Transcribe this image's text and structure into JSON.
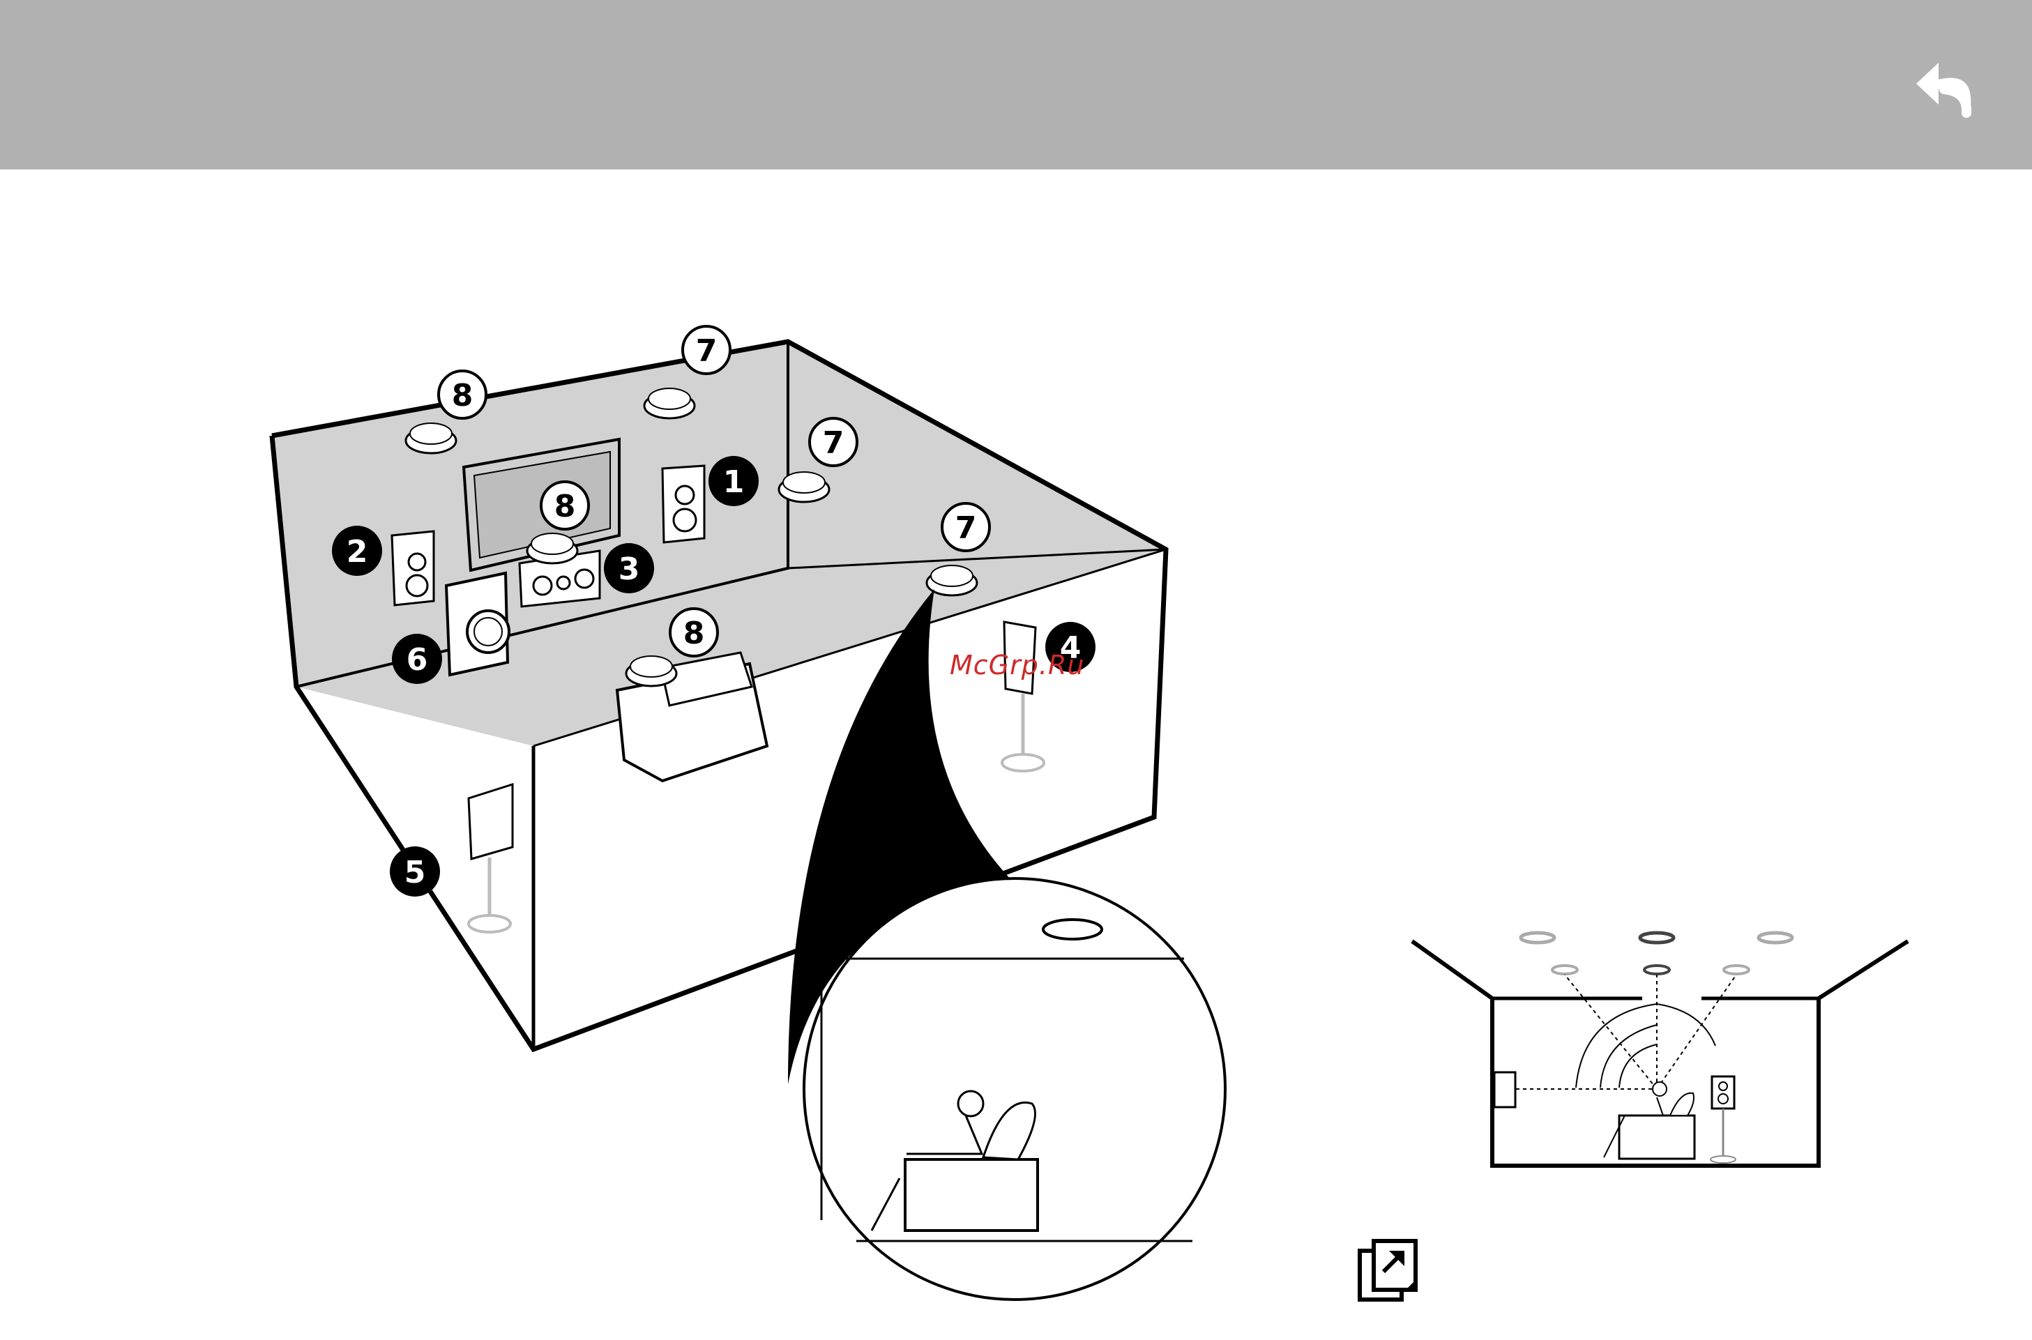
{
  "header": {
    "back_icon": "undo-arrow-icon",
    "background": "#b0b1b0"
  },
  "watermark": {
    "text": "McGrp.Ru",
    "color": "#cf2a2a"
  },
  "callouts": {
    "front_speakers": "1",
    "surround_speakers": "2",
    "center_speaker": "3",
    "front_right_floor": "4",
    "rear_left_floor": "5",
    "subwoofer": "6",
    "height_top_front": "7",
    "height_top_rear": "7",
    "height_top_side": "7",
    "height_rear_left": "8",
    "height_center_front": "8",
    "height_seat": "8"
  },
  "footer": {
    "page_ref_icon": "page-link-icon"
  }
}
